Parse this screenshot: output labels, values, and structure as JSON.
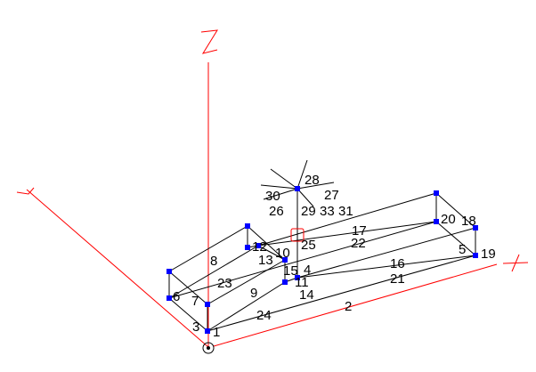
{
  "axes": {
    "x": "X",
    "y": "Y",
    "z": "Z",
    "color": "#ff0000"
  },
  "colors": {
    "node": "#0000ff",
    "member": "#000000",
    "selection": "#ff0000"
  },
  "labels": [
    "1",
    "2",
    "3",
    "4",
    "5",
    "6",
    "7",
    "8",
    "9",
    "10",
    "11",
    "12",
    "13",
    "14",
    "15",
    "16",
    "17",
    "18",
    "19",
    "20",
    "21",
    "22",
    "23",
    "24",
    "25",
    "26",
    "27",
    "28",
    "29",
    "30",
    "31",
    "33"
  ],
  "icons": {
    "origin": "origin-circle-icon",
    "selection": "selected-node-square-icon"
  }
}
